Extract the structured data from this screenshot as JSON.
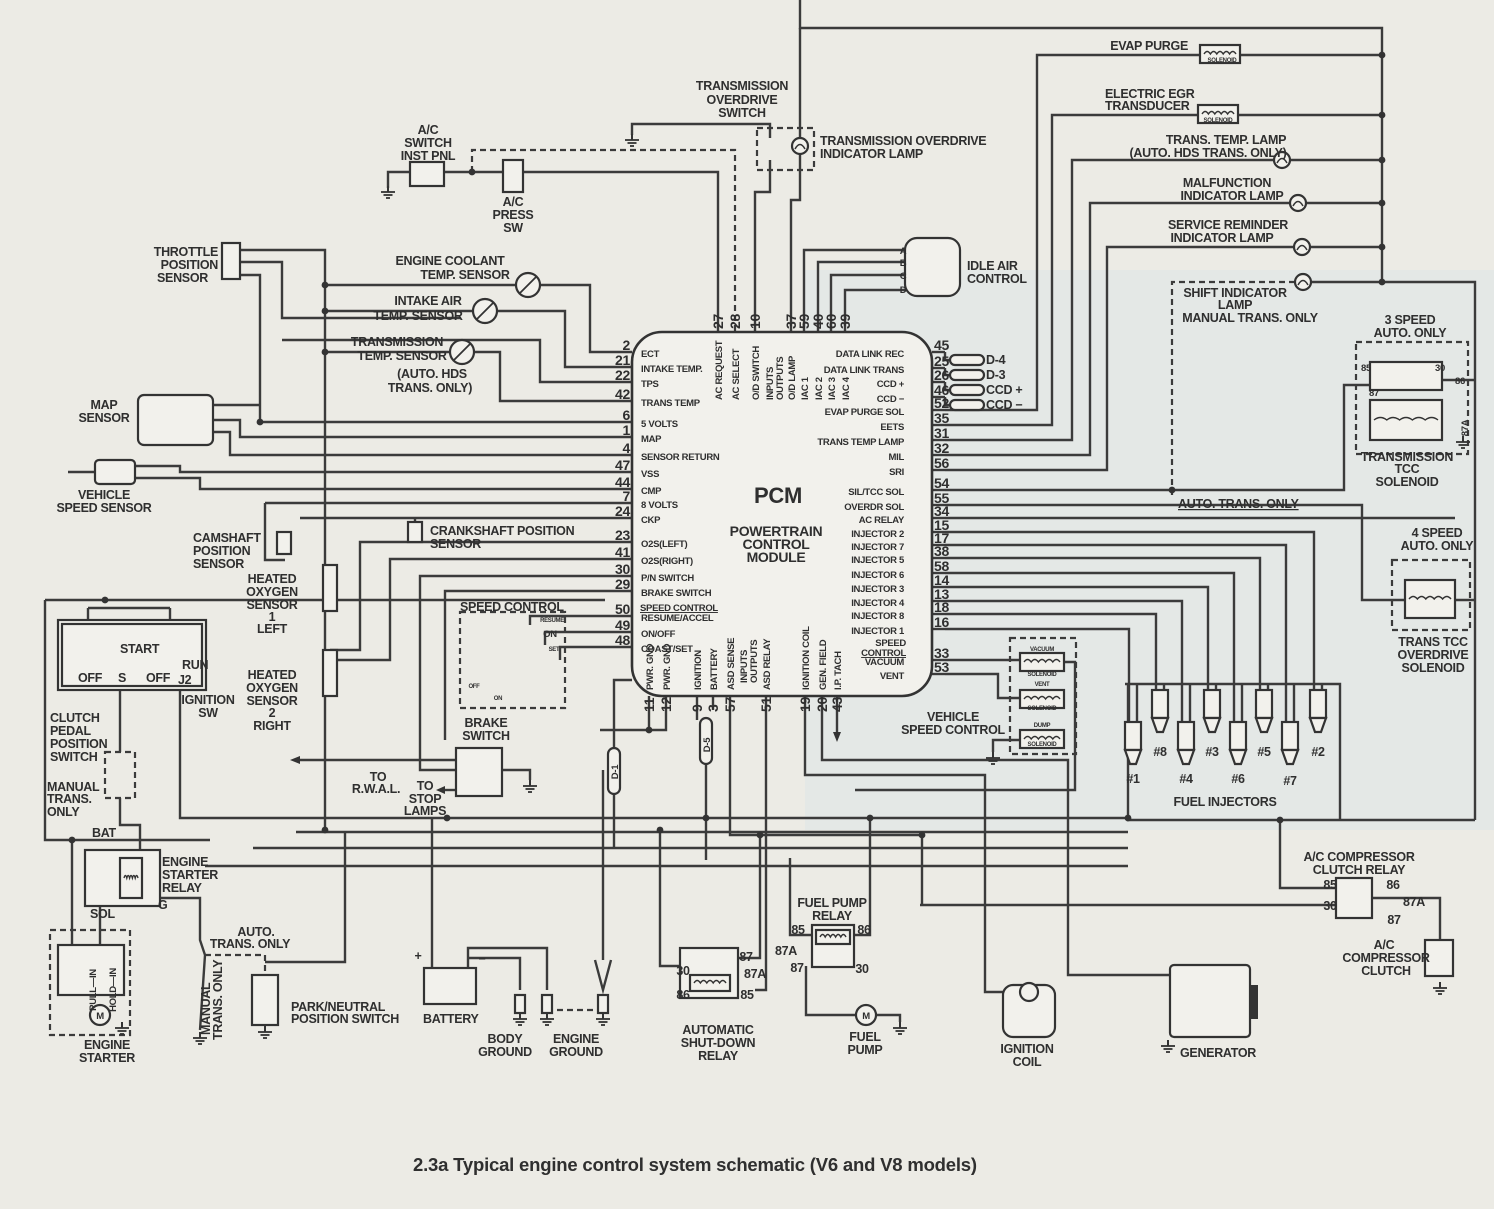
{
  "figure": {
    "caption": "2.3a  Typical engine control system schematic (V6 and V8 models)"
  },
  "colors": {
    "paper": "#ecebe5",
    "ink": "#2f2f2f",
    "tint": "#dfe5e8"
  },
  "pcm": {
    "title": "PCM",
    "subtitle": [
      "POWERTRAIN",
      "CONTROL",
      "MODULE"
    ],
    "left_group": "SPEED CONTROL",
    "right_group": [
      "SPEED",
      "CONTROL"
    ],
    "top_bracket": [
      "INPUTS",
      "OUTPUTS"
    ],
    "bottom_bracket": [
      "INPUTS",
      "OUTPUTS"
    ],
    "left_pins": [
      {
        "pin": "2",
        "label": "ECT"
      },
      {
        "pin": "21",
        "label": "INTAKE TEMP."
      },
      {
        "pin": "22",
        "label": "TPS"
      },
      {
        "pin": "42",
        "label": "TRANS TEMP"
      },
      {
        "pin": "6",
        "label": "5 VOLTS"
      },
      {
        "pin": "1",
        "label": "MAP"
      },
      {
        "pin": "4",
        "label": "SENSOR RETURN"
      },
      {
        "pin": "47",
        "label": "VSS"
      },
      {
        "pin": "44",
        "label": "CMP"
      },
      {
        "pin": "7",
        "label": "8 VOLTS"
      },
      {
        "pin": "24",
        "label": "CKP"
      },
      {
        "pin": "23",
        "label": "O2S(LEFT)"
      },
      {
        "pin": "41",
        "label": "O2S(RIGHT)"
      },
      {
        "pin": "30",
        "label": "P/N SWITCH"
      },
      {
        "pin": "29",
        "label": "BRAKE SWITCH"
      },
      {
        "pin": "50",
        "label": "RESUME/ACCEL"
      },
      {
        "pin": "49",
        "label": "ON/OFF"
      },
      {
        "pin": "48",
        "label": "COAST/SET"
      }
    ],
    "right_pins": [
      {
        "pin": "45",
        "label": "DATA LINK REC"
      },
      {
        "pin": "25",
        "label": "DATA LINK TRANS"
      },
      {
        "pin": "26",
        "label": "CCD +"
      },
      {
        "pin": "46",
        "label": "CCD −"
      },
      {
        "pin": "52",
        "label": "EVAP PURGE SOL"
      },
      {
        "pin": "35",
        "label": "EETS"
      },
      {
        "pin": "31",
        "label": "TRANS TEMP LAMP"
      },
      {
        "pin": "32",
        "label": "MIL"
      },
      {
        "pin": "56",
        "label": "SRI"
      },
      {
        "pin": "54",
        "label": "SIL/TCC SOL"
      },
      {
        "pin": "55",
        "label": "OVERDR SOL"
      },
      {
        "pin": "34",
        "label": "AC RELAY"
      },
      {
        "pin": "15",
        "label": "INJECTOR 2"
      },
      {
        "pin": "17",
        "label": "INJECTOR 7"
      },
      {
        "pin": "38",
        "label": "INJECTOR 5"
      },
      {
        "pin": "58",
        "label": "INJECTOR 6"
      },
      {
        "pin": "14",
        "label": "INJECTOR 3"
      },
      {
        "pin": "13",
        "label": "INJECTOR 4"
      },
      {
        "pin": "18",
        "label": "INJECTOR 8"
      },
      {
        "pin": "16",
        "label": "INJECTOR 1"
      },
      {
        "pin": "33",
        "label": "VACUUM"
      },
      {
        "pin": "53",
        "label": "VENT"
      }
    ],
    "top_pins": [
      {
        "pin": "27",
        "label": "AC REQUEST"
      },
      {
        "pin": "28",
        "label": "AC SELECT"
      },
      {
        "pin": "10",
        "label": "O/D SWITCH"
      },
      {
        "pin": "37",
        "label": "O/D LAMP"
      },
      {
        "pin": "59",
        "label": "IAC 1"
      },
      {
        "pin": "40",
        "label": "IAC 2"
      },
      {
        "pin": "60",
        "label": "IAC 3"
      },
      {
        "pin": "39",
        "label": "IAC 4"
      }
    ],
    "bottom_pins": [
      {
        "pin": "11",
        "label": "PWR. GND"
      },
      {
        "pin": "12",
        "label": "PWR. GND"
      },
      {
        "pin": "9",
        "label": "IGNITION"
      },
      {
        "pin": "3",
        "label": "BATTERY"
      },
      {
        "pin": "57",
        "label": "ASD SENSE"
      },
      {
        "pin": "51",
        "label": "ASD RELAY"
      },
      {
        "pin": "19",
        "label": "IGNITION COIL"
      },
      {
        "pin": "20",
        "label": "GEN. FIELD"
      },
      {
        "pin": "43",
        "label": "I.P. TACH"
      }
    ]
  },
  "components": {
    "trans_od_switch": [
      "TRANSMISSION",
      "OVERDRIVE",
      "SWITCH"
    ],
    "trans_od_lamp": [
      "TRANSMISSION OVERDRIVE",
      "INDICATOR LAMP"
    ],
    "ac_switch": [
      "A/C",
      "SWITCH",
      "INST PNL"
    ],
    "ac_press_sw": [
      "A/C",
      "PRESS",
      "SW"
    ],
    "evap_purge": "EVAP PURGE",
    "solenoid_tag": "SOLENOID",
    "egr": [
      "ELECTRIC EGR",
      "TRANSDUCER"
    ],
    "trans_temp_lamp": [
      "TRANS. TEMP. LAMP",
      "(AUTO. HDS TRANS. ONLY)"
    ],
    "mil": [
      "MALFUNCTION",
      "INDICATOR LAMP"
    ],
    "sri": [
      "SERVICE REMINDER",
      "INDICATOR LAMP"
    ],
    "iac": {
      "label": [
        "IDLE AIR",
        "CONTROL"
      ],
      "terminals": [
        "A",
        "B",
        "C",
        "D"
      ]
    },
    "shift_lamp": [
      "SHIFT INDICATOR",
      "LAMP",
      "MANUAL TRANS. ONLY"
    ],
    "auto_trans_only": "AUTO. TRANS. ONLY",
    "speed3": [
      "3 SPEED",
      "AUTO. ONLY"
    ],
    "tcc": [
      "TRANSMISSION",
      "TCC",
      "SOLENOID"
    ],
    "tcc_relay_pins": [
      "85",
      "30",
      "86",
      "87",
      "87A"
    ],
    "speed4": [
      "4 SPEED",
      "AUTO. ONLY"
    ],
    "tcc_od": [
      "TRANS TCC",
      "OVERDRIVE",
      "SOLENOID"
    ],
    "data_links": [
      "D-4",
      "D-3",
      "CCD +",
      "CCD −"
    ],
    "tps": [
      "THROTTLE",
      "POSITION",
      "SENSOR"
    ],
    "ect": [
      "ENGINE COOLANT",
      "TEMP. SENSOR"
    ],
    "iat": [
      "INTAKE AIR",
      "TEMP. SENSOR"
    ],
    "tts": [
      "TRANSMISSION",
      "TEMP. SENSOR",
      "(AUTO. HDS",
      "TRANS. ONLY)"
    ],
    "map": [
      "MAP",
      "SENSOR"
    ],
    "vss": [
      "VEHICLE",
      "SPEED SENSOR"
    ],
    "cmp": [
      "CAMSHAFT",
      "POSITION",
      "SENSOR"
    ],
    "ckp": [
      "CRANKSHAFT POSITION",
      "SENSOR"
    ],
    "o2_left": [
      "HEATED",
      "OXYGEN",
      "SENSOR",
      "1",
      "LEFT"
    ],
    "o2_right": [
      "HEATED",
      "OXYGEN",
      "SENSOR",
      "2",
      "RIGHT"
    ],
    "speed_control": {
      "title": "SPEED CONTROL",
      "resume": "RESUME",
      "on": "ON",
      "set": "SET",
      "off": "OFF",
      "on2": "ON"
    },
    "ignition_sw": {
      "start": "START",
      "off1": "OFF",
      "s": "S",
      "off2": "OFF",
      "run": "RUN",
      "j2": "J2",
      "label": [
        "IGNITION",
        "SW"
      ]
    },
    "clutch": [
      "CLUTCH",
      "PEDAL",
      "POSITION",
      "SWITCH"
    ],
    "manual_only": [
      "MANUAL",
      "TRANS.",
      "ONLY"
    ],
    "brake_switch": [
      "BRAKE",
      "SWITCH"
    ],
    "to_rwal": [
      "TO",
      "R.W.A.L."
    ],
    "to_stop": [
      "TO",
      "STOP",
      "LAMPS"
    ],
    "starter_relay": {
      "bat": "BAT",
      "label": [
        "ENGINE",
        "STARTER",
        "RELAY"
      ],
      "sol": "SOL",
      "g": "G"
    },
    "starter": {
      "pull_in": "PULL—IN",
      "hold_in": "HOLD—IN",
      "motor": "M",
      "label": [
        "ENGINE",
        "STARTER"
      ]
    },
    "pn_auto": [
      "AUTO.",
      "TRANS. ONLY"
    ],
    "pn_manual": [
      "MANUAL",
      "TRANS. ONLY"
    ],
    "pn_switch": [
      "PARK/NEUTRAL",
      "POSITION SWITCH"
    ],
    "battery": {
      "label": "BATTERY",
      "plus": "+",
      "minus": "−"
    },
    "body_ground": [
      "BODY",
      "GROUND"
    ],
    "engine_ground": [
      "ENGINE",
      "GROUND"
    ],
    "d1": "D-1",
    "d5": "D-5",
    "fuel_pump_relay": {
      "label": [
        "FUEL PUMP",
        "RELAY"
      ],
      "pins": [
        "85",
        "86",
        "87A",
        "87",
        "30"
      ]
    },
    "asd_relay": {
      "label": [
        "AUTOMATIC",
        "SHUT-DOWN",
        "RELAY"
      ],
      "pins": [
        "87",
        "30",
        "87A",
        "86",
        "85"
      ]
    },
    "fuel_pump": {
      "label": [
        "FUEL",
        "PUMP"
      ],
      "motor": "M"
    },
    "vsc": {
      "label": [
        "VEHICLE",
        "SPEED CONTROL"
      ],
      "vacuum": "VACUUM",
      "vent": "VENT",
      "dump": "DUMP"
    },
    "ignition_coil": [
      "IGNITION",
      "COIL"
    ],
    "generator": "GENERATOR",
    "injectors": {
      "label": "FUEL INJECTORS",
      "ids": [
        "#1",
        "#8",
        "#4",
        "#3",
        "#6",
        "#5",
        "#7",
        "#2"
      ]
    },
    "ac_relay": {
      "label": [
        "A/C COMPRESSOR",
        "CLUTCH RELAY"
      ],
      "pins": [
        "85",
        "86",
        "30",
        "87A",
        "87"
      ]
    },
    "ac_clutch": [
      "A/C",
      "COMPRESSOR",
      "CLUTCH"
    ]
  }
}
